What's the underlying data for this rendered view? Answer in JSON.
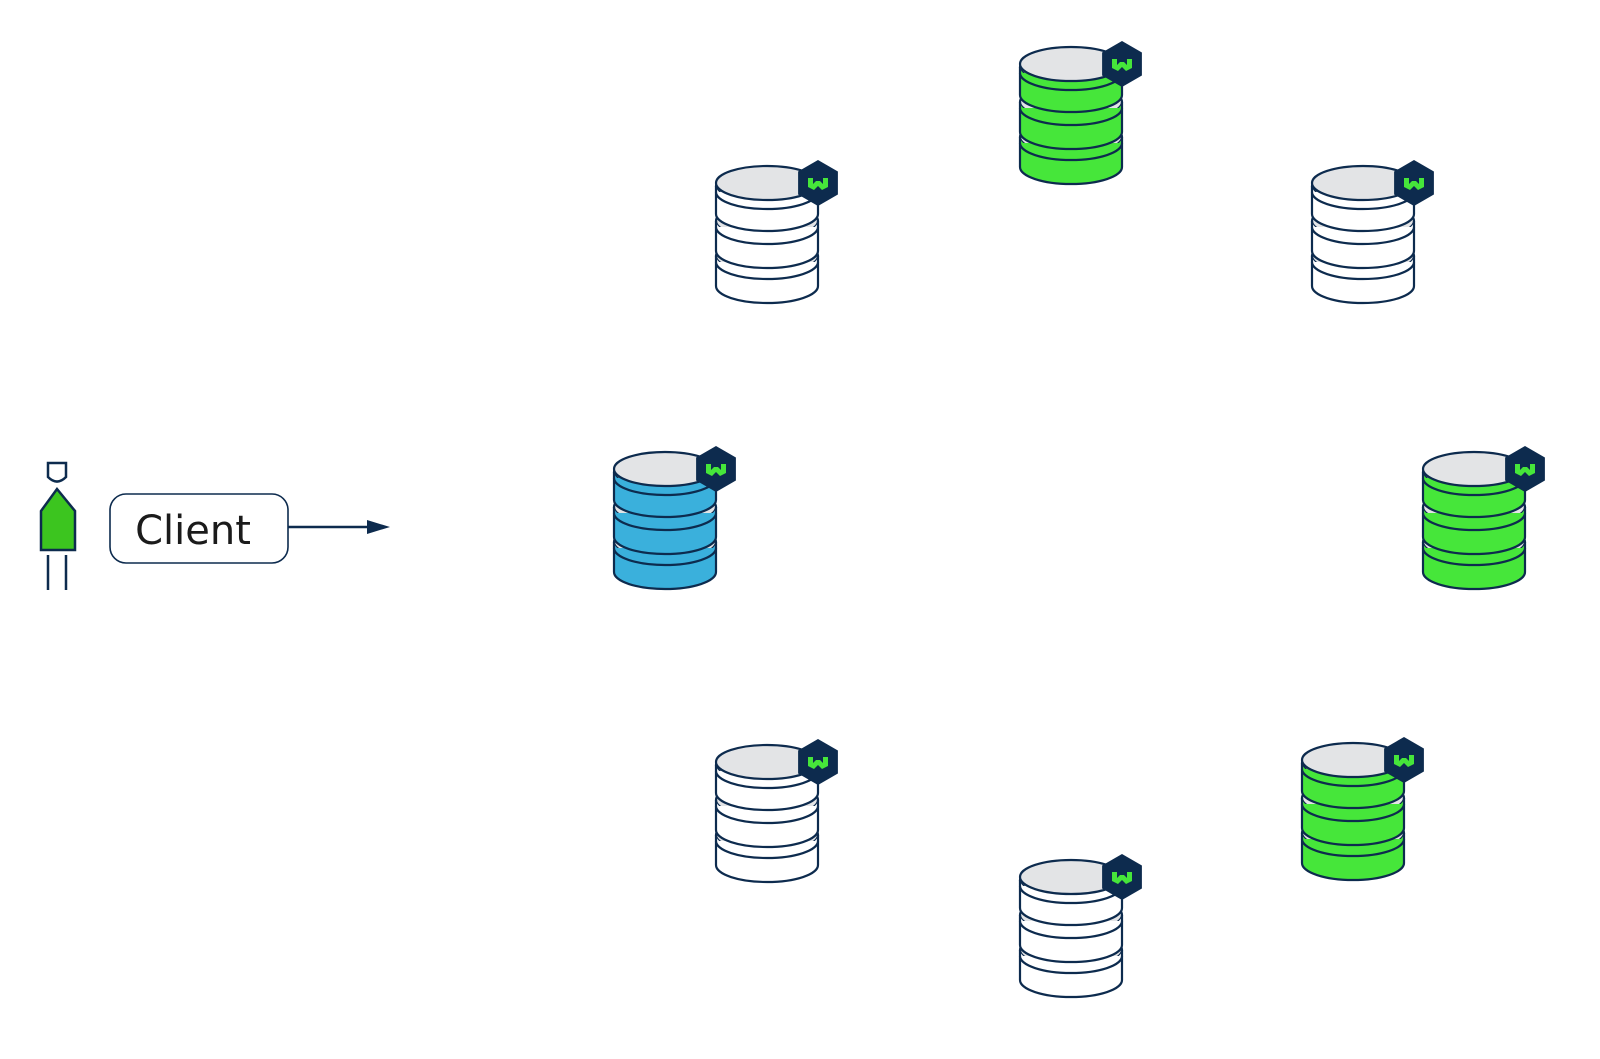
{
  "client": {
    "label": "Client",
    "figure_color": "#3cc51f"
  },
  "palette": {
    "outline": "#0d2b4e",
    "disk_top": "#e3e4e6",
    "leader": "#3ab0dc",
    "replica": "#46e63a",
    "idle": "#ffffff",
    "badge": "#0d2b4e",
    "badge_mark": "#46e63a"
  },
  "nodes": [
    {
      "id": "node-top",
      "role": "replica"
    },
    {
      "id": "node-upper-left",
      "role": "idle"
    },
    {
      "id": "node-upper-right",
      "role": "idle"
    },
    {
      "id": "node-left",
      "role": "leader"
    },
    {
      "id": "node-right",
      "role": "replica"
    },
    {
      "id": "node-lower-left",
      "role": "idle"
    },
    {
      "id": "node-lower-right",
      "role": "replica"
    },
    {
      "id": "node-bottom",
      "role": "idle"
    }
  ],
  "badge_icon": "wasm-hexagon-icon",
  "client_icon": "person-icon",
  "arrow_icon": "arrow-right-icon"
}
